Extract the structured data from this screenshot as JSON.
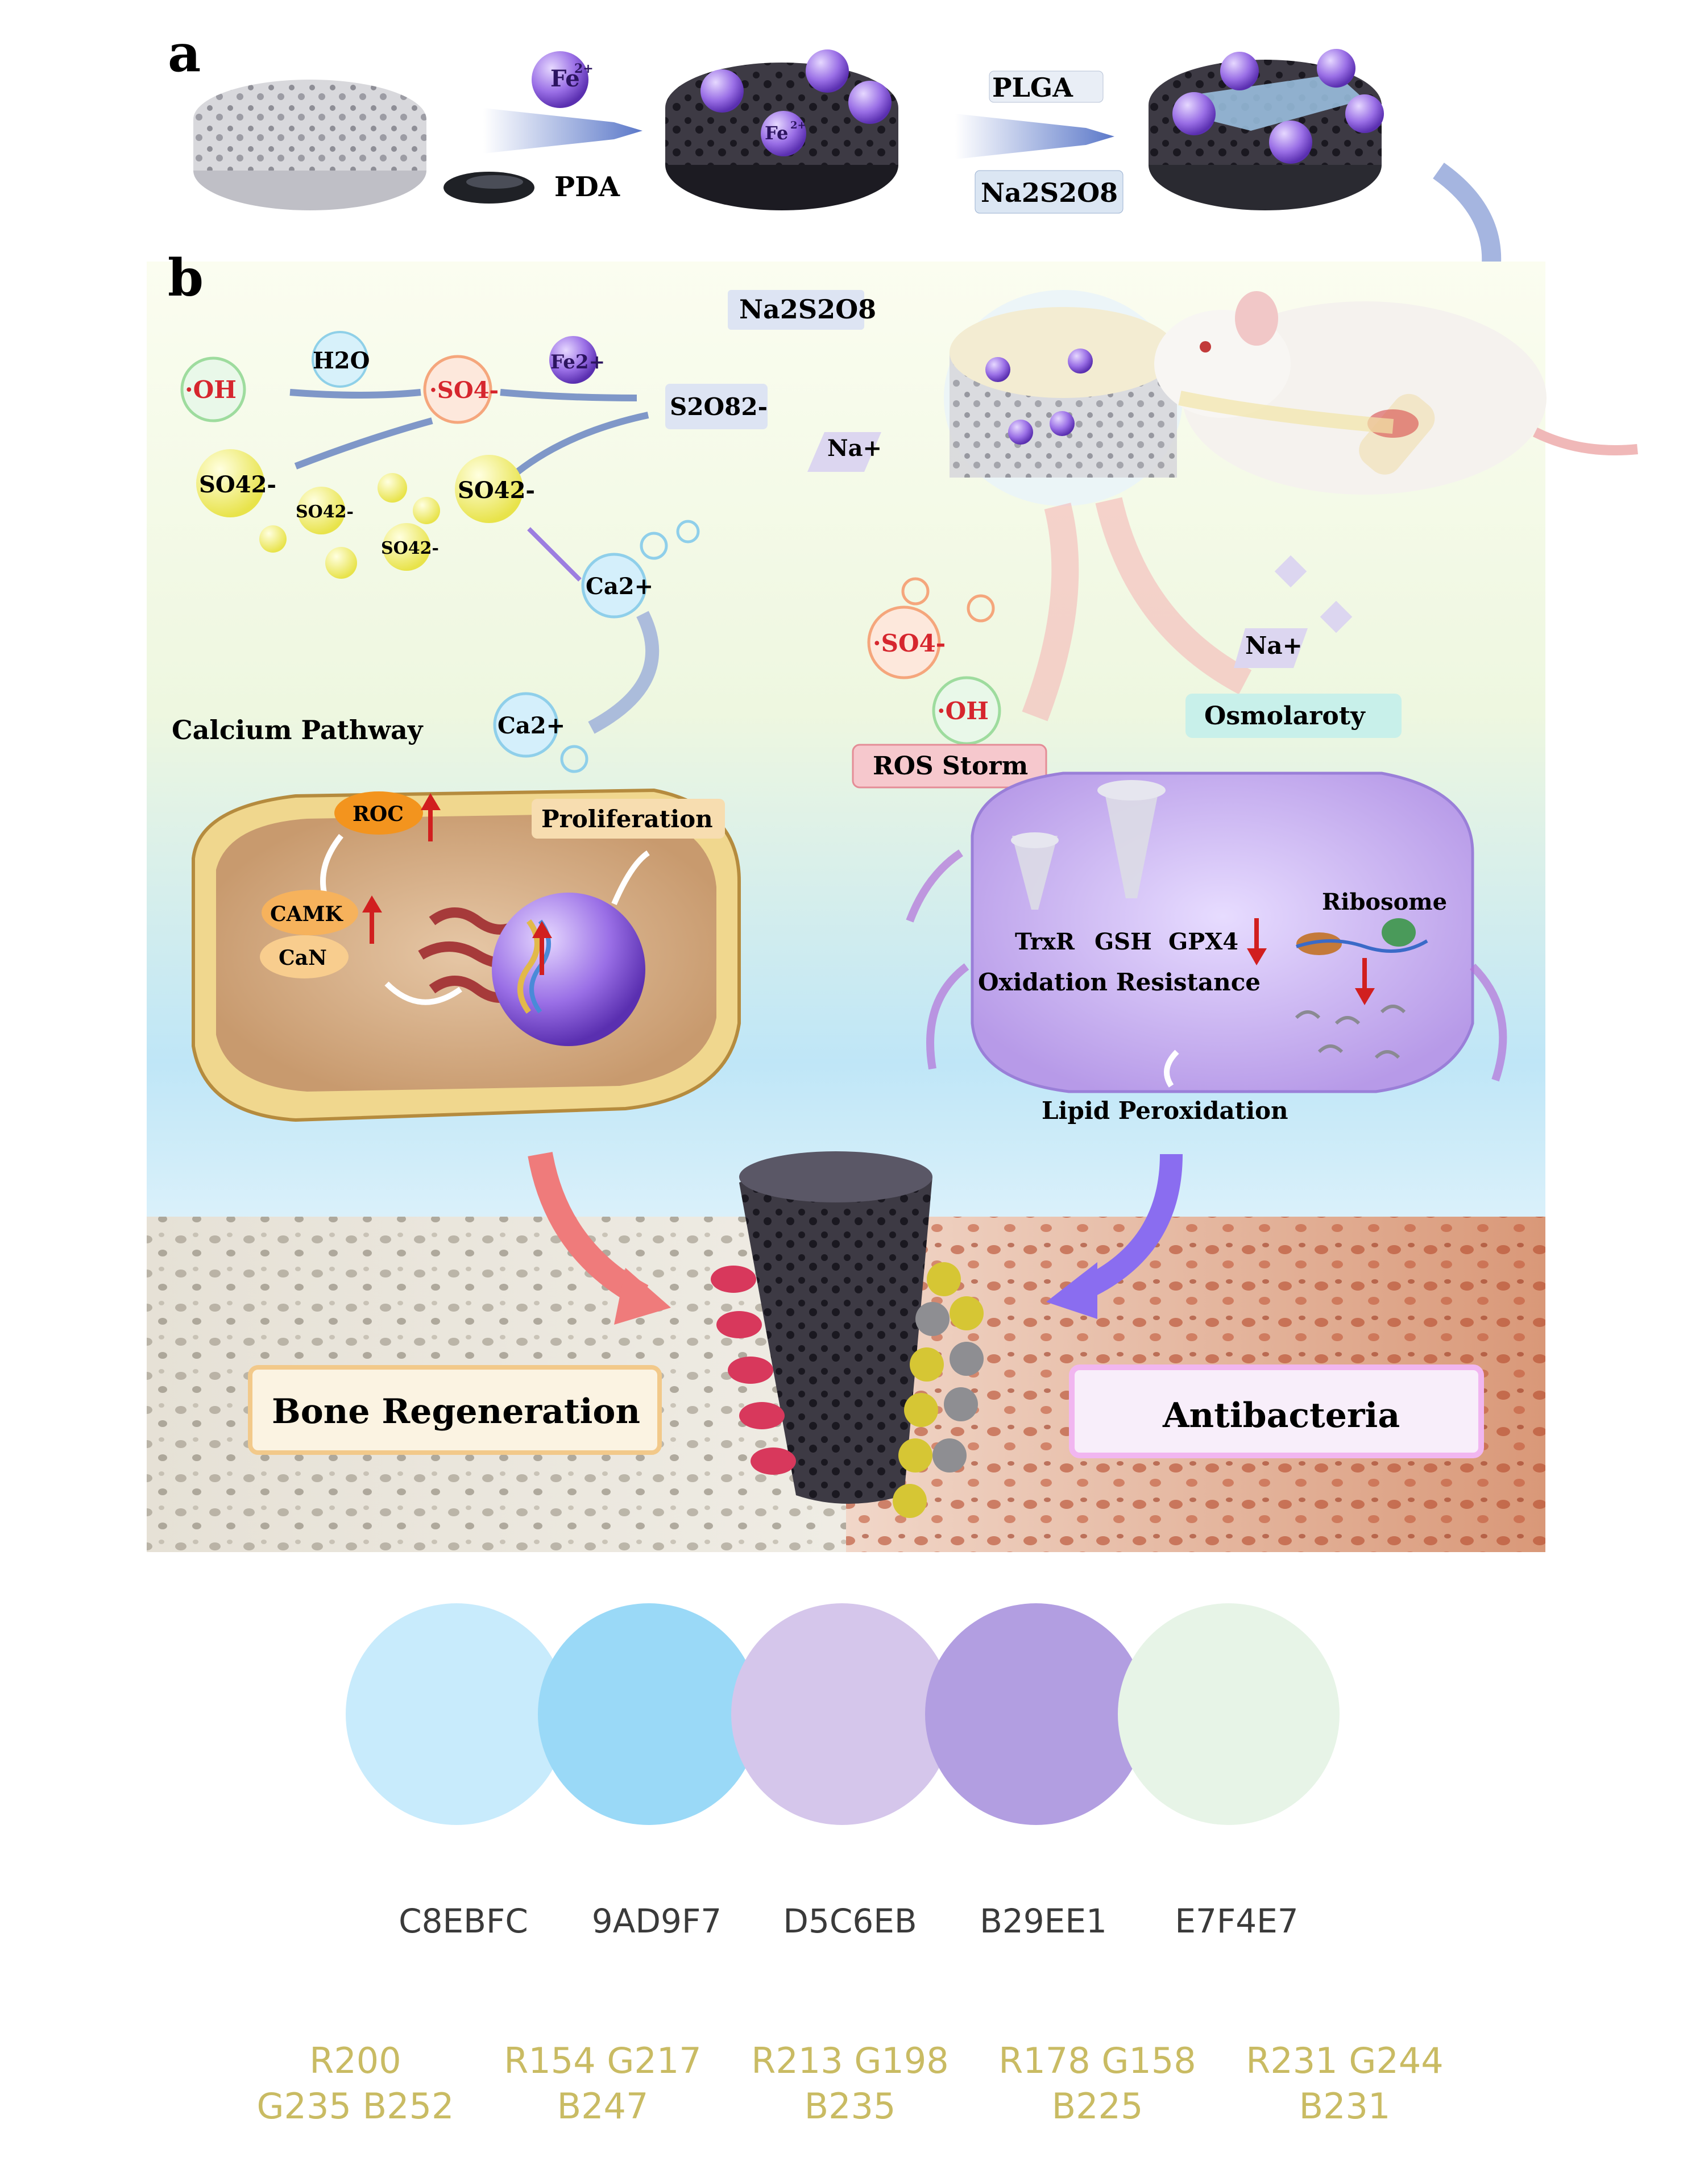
{
  "figure": {
    "panel_a": "a",
    "panel_b": "b",
    "steps": {
      "fe2": "Fe",
      "fe2_sup": "2+",
      "pda": "PDA",
      "plga": "PLGA",
      "na2s2o8": "Na2S2O8"
    },
    "chemistry": {
      "na2s2o8": "Na2S2O8",
      "fe2": "Fe2+",
      "h2o": "H2O",
      "oh": "·OH",
      "so4_radical": "·SO4-",
      "s2o8": "S2O82-",
      "na_plus": "Na+",
      "so4_2minus": "SO42-",
      "ca2": "Ca2+"
    },
    "left_cell": {
      "calcium_pathway": "Calcium Pathway",
      "roc": "ROC",
      "camk": "CAMK",
      "can": "CaN",
      "proliferation": "Proliferation"
    },
    "right_cell": {
      "so4_radical": "·SO4-",
      "oh": "·OH",
      "na_plus": "Na+",
      "osmolarity": "Osmolaroty",
      "ros_storm": "ROS Storm",
      "trxr": "TrxR",
      "gsh": "GSH",
      "gpx4": "GPX4",
      "ribosome": "Ribosome",
      "oxidation_resistance": "Oxidation Resistance",
      "lipid_peroxidation": "Lipid Peroxidation"
    },
    "bottom": {
      "bone_regeneration": "Bone Regeneration",
      "antibacteria": "Antibacteria"
    }
  },
  "palette": [
    {
      "hex": "C8EBFC",
      "rgb1": "R200",
      "rgb2": "G235 B252",
      "color": "#C8EBFC"
    },
    {
      "hex": "9AD9F7",
      "rgb1": "R154 G217",
      "rgb2": "B247",
      "color": "#9AD9F7"
    },
    {
      "hex": "D5C6EB",
      "rgb1": "R213 G198",
      "rgb2": "B235",
      "color": "#D5C6EB"
    },
    {
      "hex": "B29EE1",
      "rgb1": "R178 G158",
      "rgb2": "B225",
      "color": "#B29EE1"
    },
    {
      "hex": "E7F4E7",
      "rgb1": "R231 G244",
      "rgb2": "B231",
      "color": "#E7F4E7"
    }
  ]
}
